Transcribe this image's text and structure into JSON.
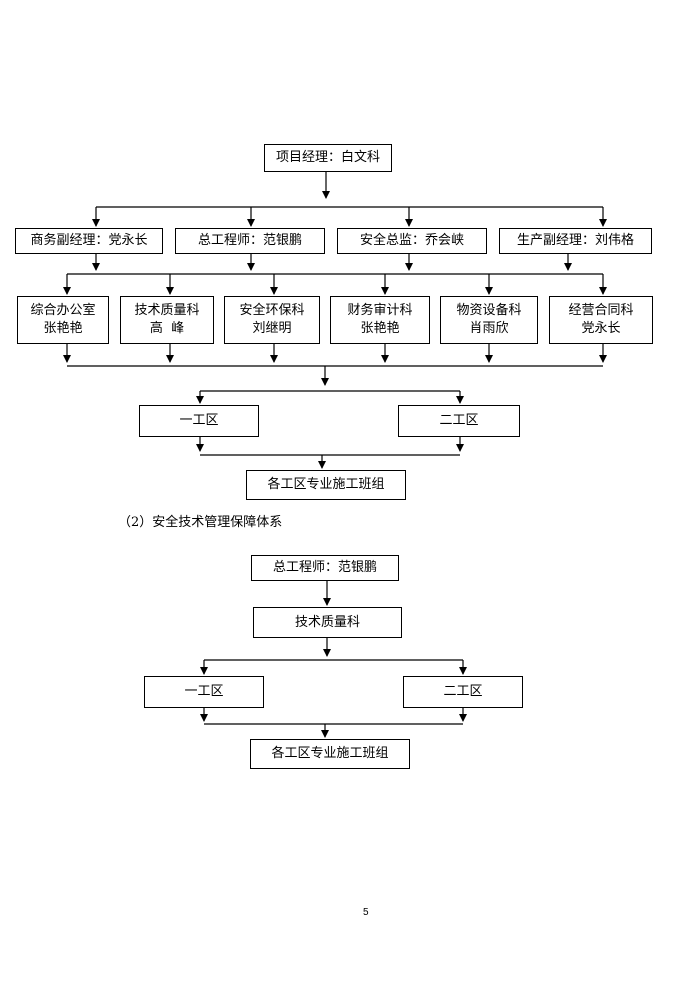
{
  "chart1": {
    "pm": "项目经理：白文科",
    "deputies": [
      "商务副经理：党永长",
      "总工程师：范银鹏",
      "安全总监：乔会峡",
      "生产副经理：刘伟格"
    ],
    "departments": [
      {
        "name": "综合办公室",
        "person": "张艳艳"
      },
      {
        "name": "技术质量科",
        "person": "高  峰"
      },
      {
        "name": "安全环保科",
        "person": "刘继明"
      },
      {
        "name": "财务审计科",
        "person": "张艳艳"
      },
      {
        "name": "物资设备科",
        "person": "肖雨欣"
      },
      {
        "name": "经营合同科",
        "person": "党永长"
      }
    ],
    "zones": [
      "一工区",
      "二工区"
    ],
    "teams": "各工区专业施工班组"
  },
  "caption": "（2）安全技术管理保障体系",
  "chart2": {
    "chief": "总工程师：范银鹏",
    "dept": "技术质量科",
    "zones": [
      "一工区",
      "二工区"
    ],
    "teams": "各工区专业施工班组"
  },
  "page_number": "5"
}
